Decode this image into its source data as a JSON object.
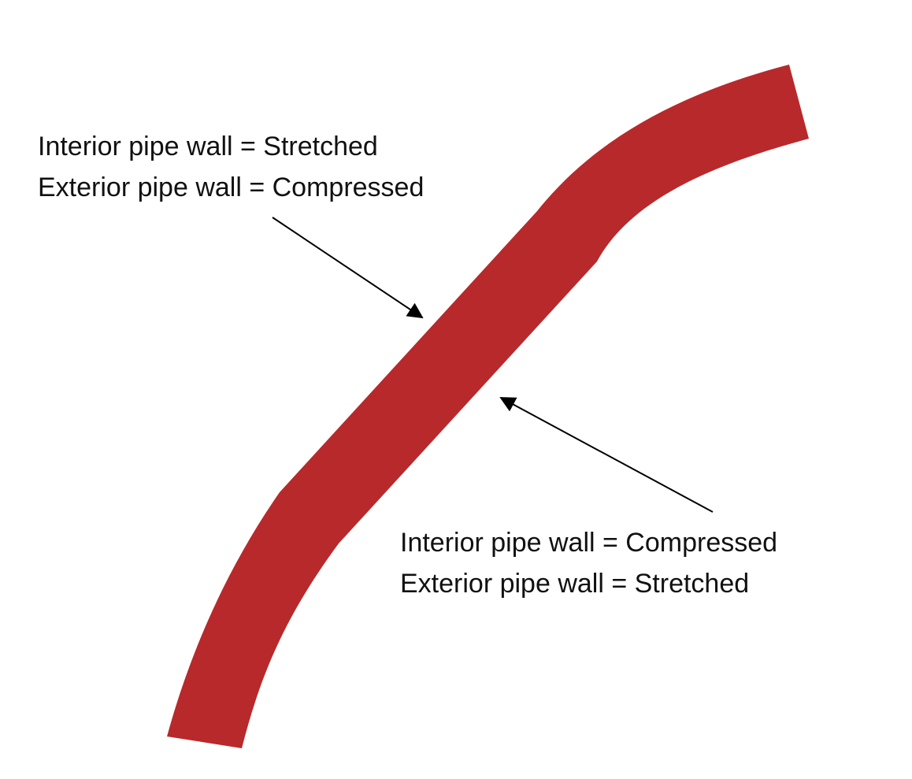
{
  "colors": {
    "pipe": "#B8292B",
    "arrow": "#000000",
    "text": "#111111",
    "background": "#FFFFFF"
  },
  "labels": {
    "top": {
      "line1": "Interior pipe wall = Stretched",
      "line2": "Exterior pipe wall = Compressed"
    },
    "bottom": {
      "line1": "Interior pipe wall = Compressed",
      "line2": "Exterior pipe wall = Stretched"
    }
  }
}
